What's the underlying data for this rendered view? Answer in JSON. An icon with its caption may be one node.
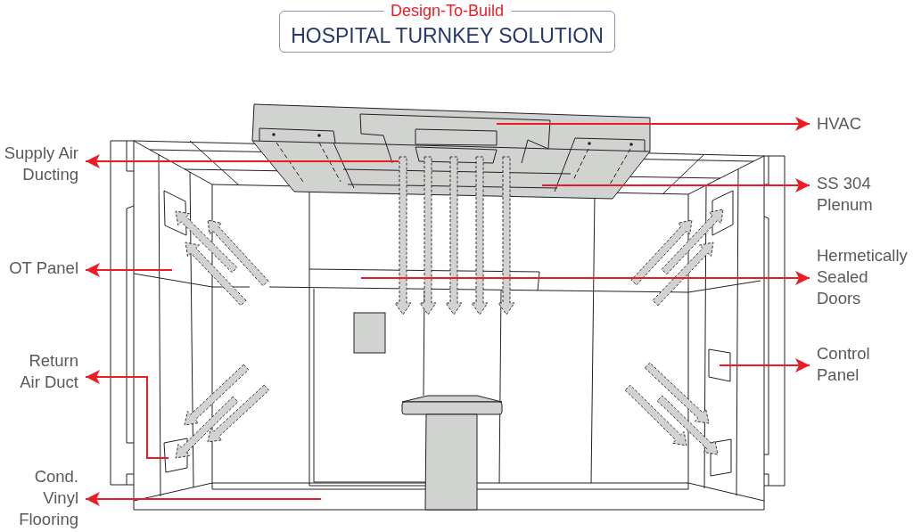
{
  "diagram": {
    "nodes": [
      {
        "text": [
          "Design-To-Build",
          "HOSPITAL TURNKEY SOLUTION"
        ]
      },
      {
        "text": [
          "Supply Air Ducting"
        ]
      },
      {
        "text": [
          "OT Panel"
        ]
      },
      {
        "text": [
          "Return Air Duct"
        ]
      },
      {
        "text": [
          "Cond. Vinyl Flooring"
        ]
      },
      {
        "text": [
          "HVAC"
        ]
      },
      {
        "text": [
          "SS 304 Plenum"
        ]
      },
      {
        "text": [
          "Hermetically Sealed Doors"
        ]
      },
      {
        "text": [
          "Control Panel"
        ]
      }
    ],
    "edges": [
      {
        "from": null,
        "to": 1,
        "arrow": "to"
      },
      {
        "from": null,
        "to": 2,
        "arrow": "to"
      },
      {
        "from": null,
        "to": 3,
        "arrow": "to"
      },
      {
        "from": null,
        "to": 4,
        "arrow": "to"
      },
      {
        "from": null,
        "to": 5,
        "arrow": "to"
      },
      {
        "from": null,
        "to": 6,
        "arrow": "to"
      },
      {
        "from": null,
        "to": 7,
        "arrow": "to"
      },
      {
        "from": null,
        "to": 8,
        "arrow": "to"
      }
    ]
  }
}
